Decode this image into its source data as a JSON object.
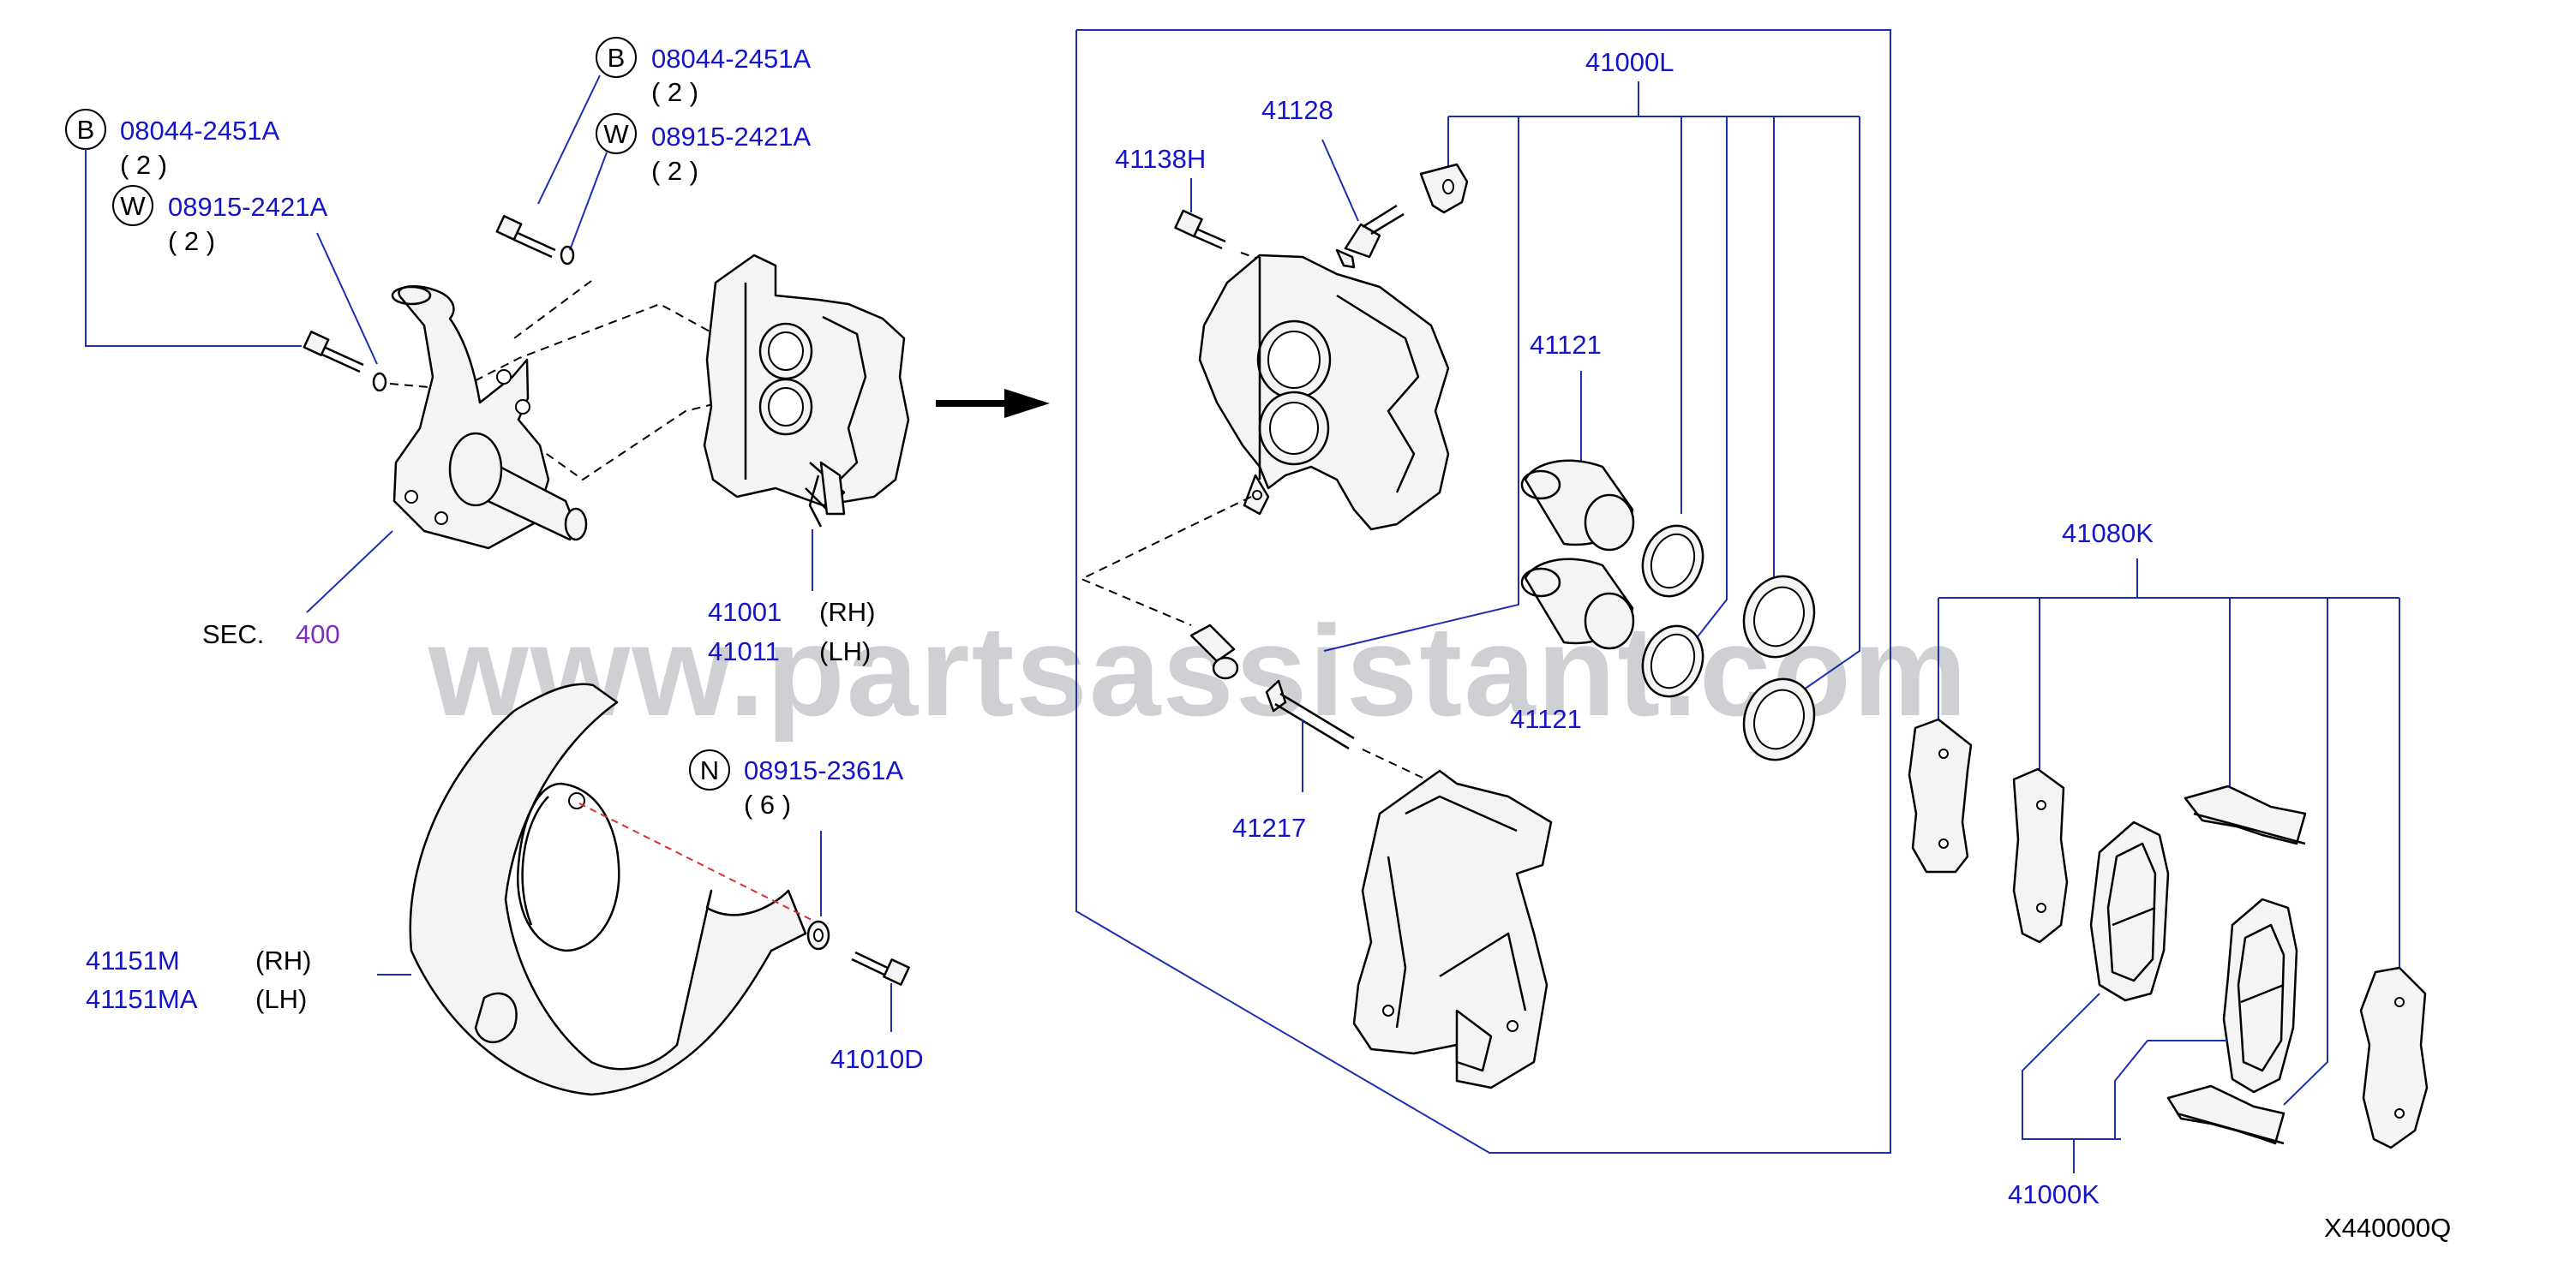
{
  "watermark": "www.partsassistant.com",
  "diagram_code": "X440000Q",
  "arrow_icon": "right-arrow",
  "fasteners": [
    {
      "symbol": "B",
      "number": "08044-2451A",
      "qty": "( 2 )"
    },
    {
      "symbol": "W",
      "number": "08915-2421A",
      "qty": "( 2 )"
    },
    {
      "symbol": "B",
      "number": "08044-2451A",
      "qty": "( 2 )"
    },
    {
      "symbol": "W",
      "number": "08915-2421A",
      "qty": "( 2 )"
    },
    {
      "symbol": "N",
      "number": "08915-2361A",
      "qty": "( 6 )"
    }
  ],
  "section_ref": {
    "label": "SEC.",
    "number": "400"
  },
  "caliper": {
    "rh_number": "41001",
    "rh_side": "(RH)",
    "lh_number": "41011",
    "lh_side": "(LH)"
  },
  "splash_shield": {
    "rh_number": "41151M",
    "rh_side": "(RH)",
    "lh_number": "41151MA",
    "lh_side": "(LH)"
  },
  "bolt_41010D": "41010D",
  "caliper_parts": {
    "kit": "41000L",
    "bleeder": "41128",
    "bolt": "41138H",
    "piston_upper": "41121",
    "piston_lower": "41121",
    "pin": "41217"
  },
  "pad_parts": {
    "hardware_kit": "41080K",
    "pad_kit": "41000K"
  },
  "colors": {
    "part_number": "#1414c8",
    "leader": "#1c2fb0",
    "section": "#7a2fc0",
    "watermark": "#cfd0d4"
  }
}
